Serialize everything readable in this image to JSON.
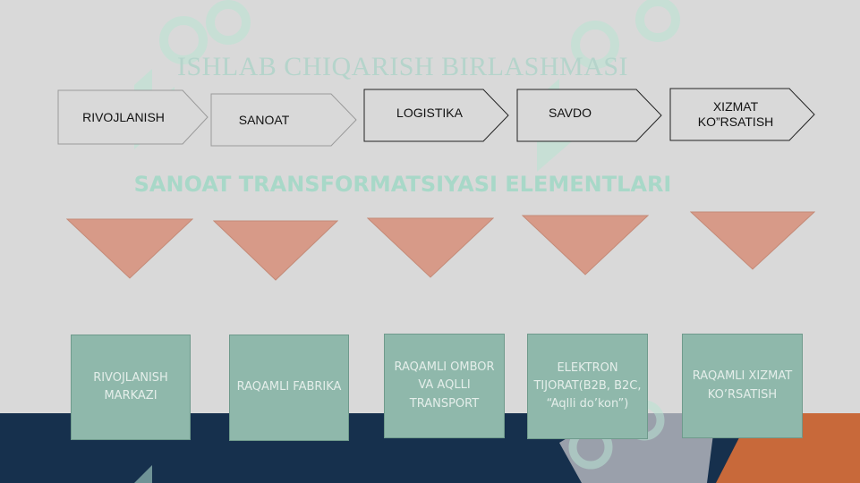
{
  "title": "ISHLAB CHIQARISH BIRLASHMASI",
  "subtitle": "SANOAT TRANSFORMATSIYASI ELEMENTLARI",
  "chevrons": [
    {
      "label": "RIVOJLANISH",
      "style": "light"
    },
    {
      "label": "SANOAT",
      "style": "light"
    },
    {
      "label": "LOGISTIKA",
      "style": "dark"
    },
    {
      "label": "SAVDO",
      "style": "dark"
    },
    {
      "label": "XIZMAT KO”RSATISH",
      "style": "dark"
    }
  ],
  "boxes": [
    {
      "label": "RIVOJLANISH MARKAZI"
    },
    {
      "label": "RAQAMLI FABRIKA"
    },
    {
      "label": "RAQAMLI OMBOR VA AQLLI TRANSPORT"
    },
    {
      "label": "ELEKTRON TIJORAT(B2B, B2C, “Aqlli do’kon”)"
    },
    {
      "label": "RAQAMLI XIZMAT KO’RSATISH"
    }
  ],
  "colors": {
    "background": "#d9d9d9",
    "navy": "#16304d",
    "orange": "#c8693a",
    "teal_box": "#8fb8ab",
    "triangle": "#d79a88"
  },
  "icons": [
    "chevron-arrow-icon",
    "triangle-down-icon",
    "watermark-logo-icon"
  ]
}
